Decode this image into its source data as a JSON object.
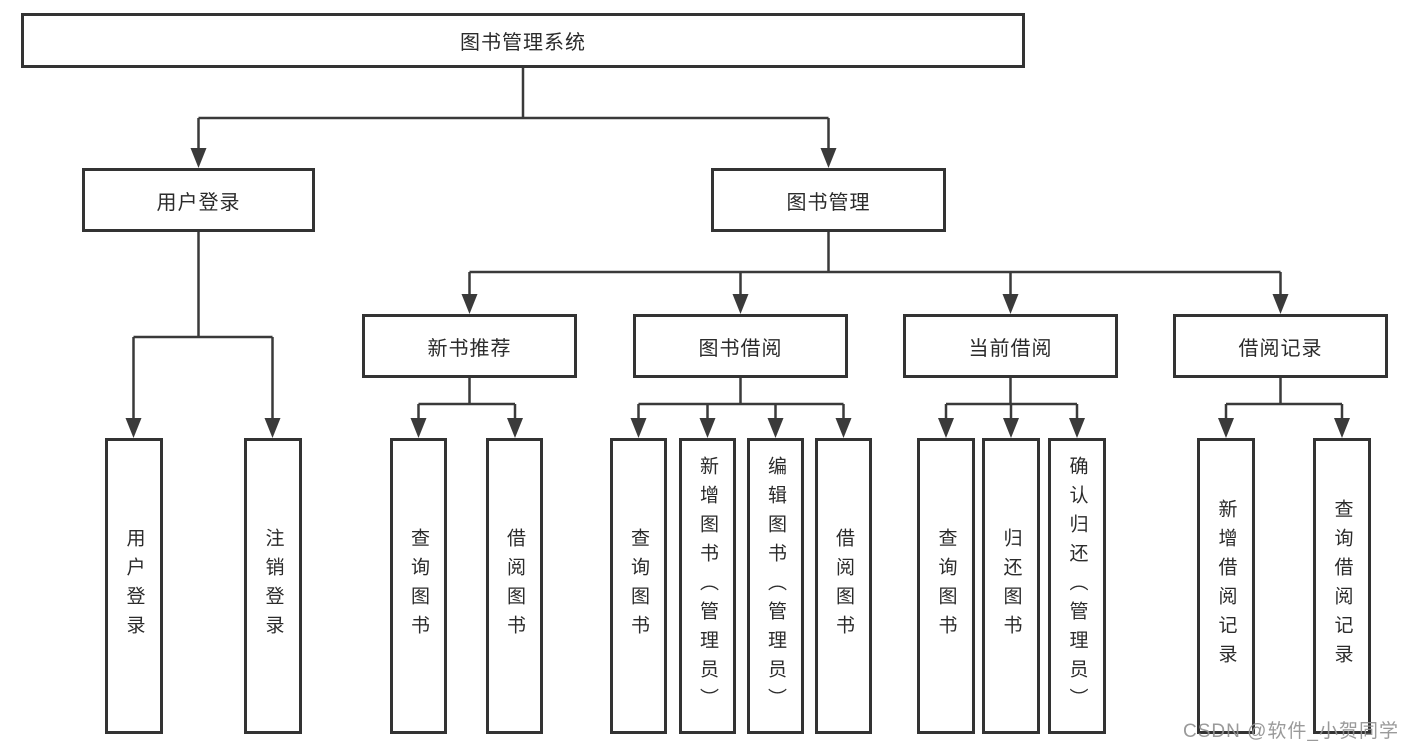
{
  "diagram": {
    "root": {
      "label": "图书管理系统"
    },
    "branches": [
      {
        "label": "用户登录",
        "children": [
          {
            "label": "用户登录"
          },
          {
            "label": "注销登录"
          }
        ]
      },
      {
        "label": "图书管理",
        "children": [
          {
            "label": "新书推荐",
            "children": [
              {
                "label": "查询图书"
              },
              {
                "label": "借阅图书"
              }
            ]
          },
          {
            "label": "图书借阅",
            "children": [
              {
                "label": "查询图书"
              },
              {
                "label": "新增图书（管理员）"
              },
              {
                "label": "编辑图书（管理员）"
              },
              {
                "label": "借阅图书"
              }
            ]
          },
          {
            "label": "当前借阅",
            "children": [
              {
                "label": "查询图书"
              },
              {
                "label": "归还图书"
              },
              {
                "label": "确认归还（管理员）"
              }
            ]
          },
          {
            "label": "借阅记录",
            "children": [
              {
                "label": "新增借阅记录"
              },
              {
                "label": "查询借阅记录"
              }
            ]
          }
        ]
      }
    ]
  },
  "watermark": "CSDN @软件_小贺同学",
  "colors": {
    "line": "#3a3a3a",
    "border": "#333333",
    "text": "#2b2b2b",
    "watermark": "#919191"
  }
}
